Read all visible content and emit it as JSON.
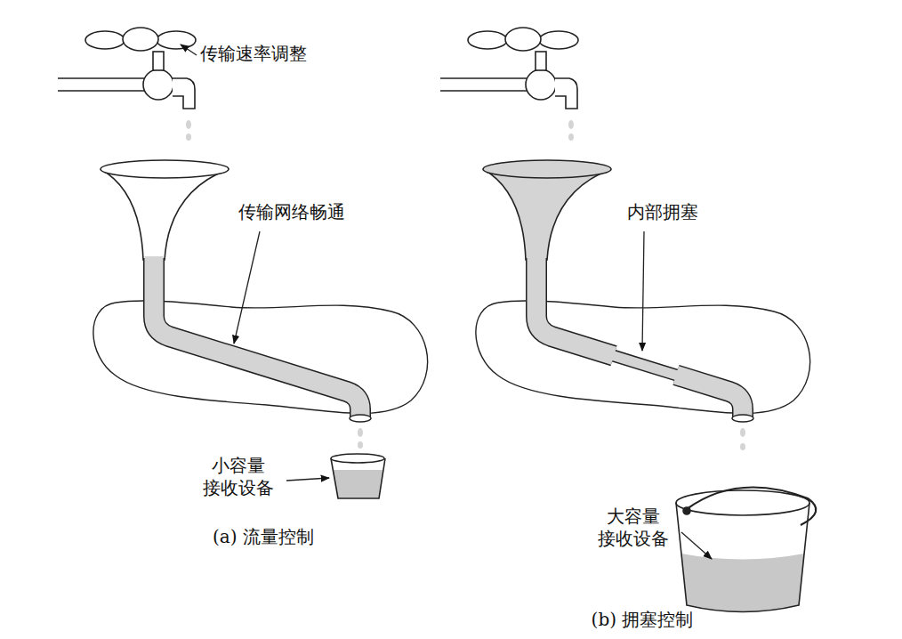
{
  "diagram": {
    "labels": [
      "传输速率调整",
      "传输网络畅通",
      "小容量 接收设备",
      "(a) 流量控制",
      "内部拥塞",
      "大容量 接收设备",
      "(b) 拥塞控制"
    ]
  }
}
